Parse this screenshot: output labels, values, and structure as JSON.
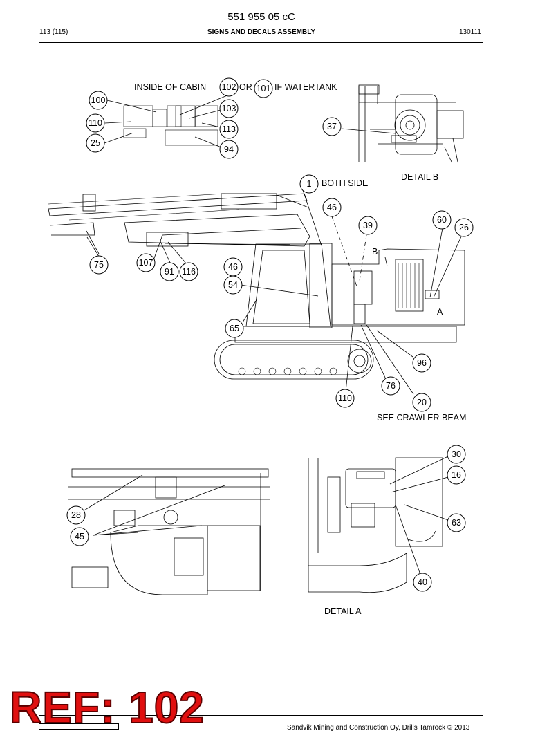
{
  "header": {
    "doc_number": "551 955 05 cC",
    "page": "113 (115)",
    "title": "SIGNS AND DECALS ASSEMBLY",
    "date": "130111"
  },
  "labels": {
    "inside_cabin": "INSIDE OF CABIN",
    "or": "OR",
    "if_watertank": "IF WATERTANK",
    "both_side": "BOTH SIDE",
    "detail_b": "DETAIL B",
    "detail_a": "DETAIL A",
    "see_crawler_beam": "SEE CRAWLER BEAM",
    "marker_a": "A",
    "marker_b": "B"
  },
  "callouts": [
    "100",
    "110",
    "25",
    "102",
    "101",
    "103",
    "113",
    "94",
    "37",
    "1",
    "46",
    "39",
    "60",
    "26",
    "75",
    "107",
    "91",
    "116",
    "46",
    "54",
    "65",
    "96",
    "76",
    "110",
    "20",
    "30",
    "16",
    "63",
    "40",
    "28",
    "45"
  ],
  "stamp": "REF: 102",
  "footer": {
    "copyright": "Sandvik Mining and Construction Oy, Drills Tamrock © 2013"
  }
}
